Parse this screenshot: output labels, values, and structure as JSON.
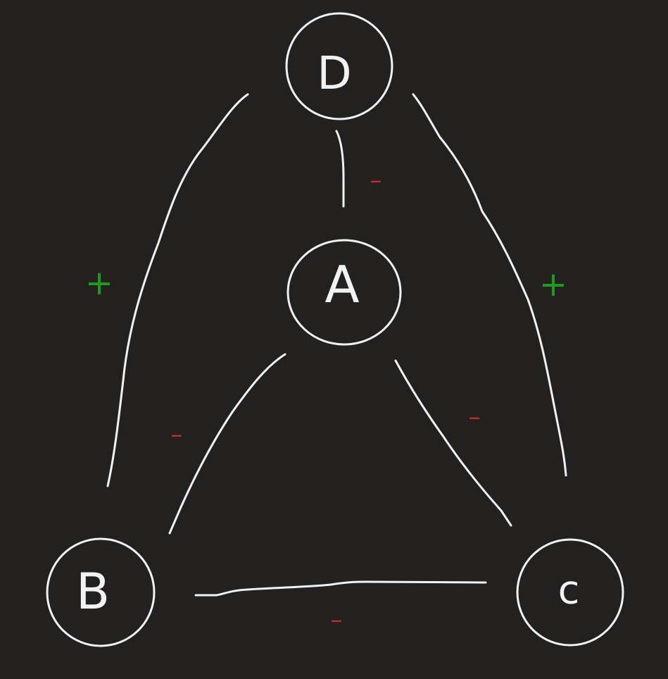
{
  "colors": {
    "background": "#222120",
    "ink": "#f2f2f2",
    "positive": "#1f9a1f",
    "negative": "#c8282b"
  },
  "nodes": [
    {
      "id": "D",
      "label": "D"
    },
    {
      "id": "A",
      "label": "A"
    },
    {
      "id": "B",
      "label": "B"
    },
    {
      "id": "C",
      "label": "c"
    }
  ],
  "edges": [
    {
      "from": "D",
      "to": "A",
      "sign": "negative",
      "label": "–"
    },
    {
      "from": "D",
      "to": "B",
      "sign": "positive",
      "label": "+"
    },
    {
      "from": "D",
      "to": "C",
      "sign": "positive",
      "label": "+"
    },
    {
      "from": "A",
      "to": "B",
      "sign": "negative",
      "label": "–"
    },
    {
      "from": "A",
      "to": "C",
      "sign": "negative",
      "label": "–"
    },
    {
      "from": "B",
      "to": "C",
      "sign": "negative",
      "label": "–"
    }
  ]
}
